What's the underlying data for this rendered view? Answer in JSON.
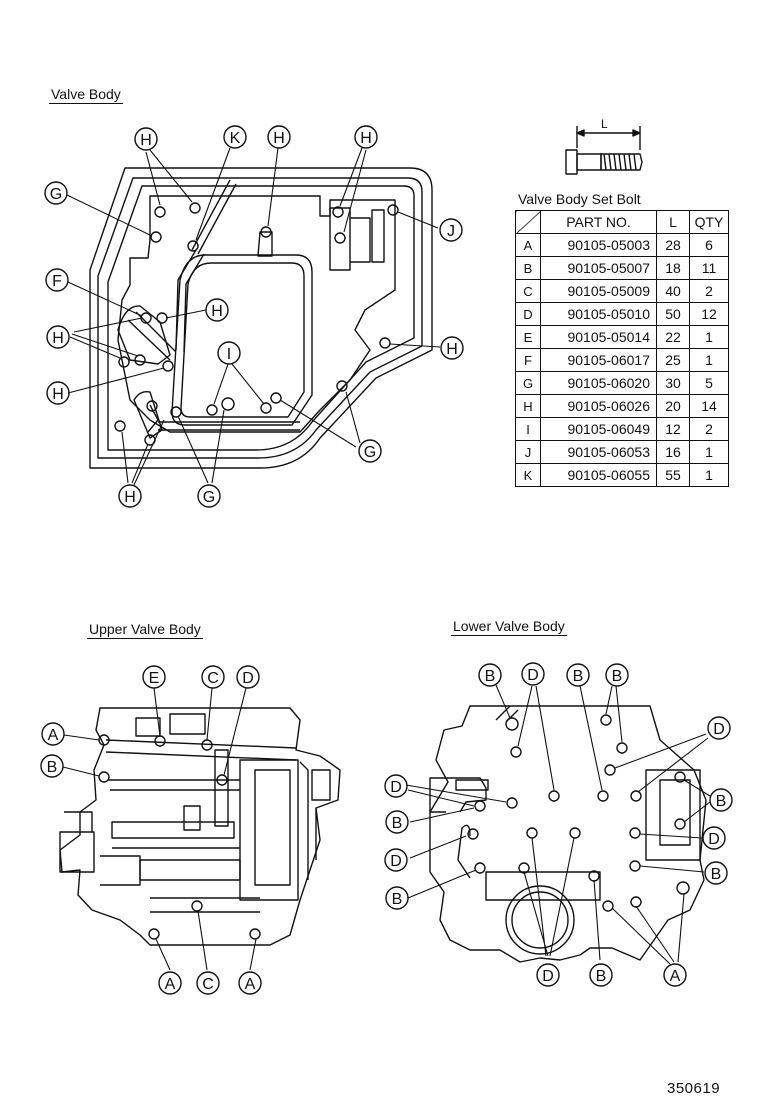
{
  "titles": {
    "valve_body": "Valve Body",
    "upper_valve_body": "Upper Valve Body",
    "lower_valve_body": "Lower Valve Body"
  },
  "bolt_table": {
    "caption": "Valve Body Set Bolt",
    "dimension_label": "L",
    "headers": [
      "PART NO.",
      "L",
      "QTY"
    ],
    "rows": [
      {
        "letter": "A",
        "part_no": "90105-05003",
        "length": "28",
        "qty": "6"
      },
      {
        "letter": "B",
        "part_no": "90105-05007",
        "length": "18",
        "qty": "11"
      },
      {
        "letter": "C",
        "part_no": "90105-05009",
        "length": "40",
        "qty": "2"
      },
      {
        "letter": "D",
        "part_no": "90105-05010",
        "length": "50",
        "qty": "12"
      },
      {
        "letter": "E",
        "part_no": "90105-05014",
        "length": "22",
        "qty": "1"
      },
      {
        "letter": "F",
        "part_no": "90105-06017",
        "length": "25",
        "qty": "1"
      },
      {
        "letter": "G",
        "part_no": "90105-06020",
        "length": "30",
        "qty": "5"
      },
      {
        "letter": "H",
        "part_no": "90105-06026",
        "length": "20",
        "qty": "14"
      },
      {
        "letter": "I",
        "part_no": "90105-06049",
        "length": "12",
        "qty": "2"
      },
      {
        "letter": "J",
        "part_no": "90105-06053",
        "length": "16",
        "qty": "1"
      },
      {
        "letter": "K",
        "part_no": "90105-06055",
        "length": "55",
        "qty": "1"
      }
    ]
  },
  "callouts": {
    "valve_body": [
      "H",
      "K",
      "H",
      "H",
      "G",
      "J",
      "F",
      "H",
      "H",
      "H",
      "H",
      "I",
      "G",
      "H",
      "G"
    ],
    "upper_valve_body": [
      "E",
      "C",
      "D",
      "A",
      "B",
      "A",
      "C",
      "A"
    ],
    "lower_valve_body": [
      "B",
      "D",
      "B",
      "B",
      "D",
      "D",
      "B",
      "B",
      "D",
      "D",
      "B",
      "D",
      "B",
      "A"
    ]
  },
  "figure_number": "350619"
}
